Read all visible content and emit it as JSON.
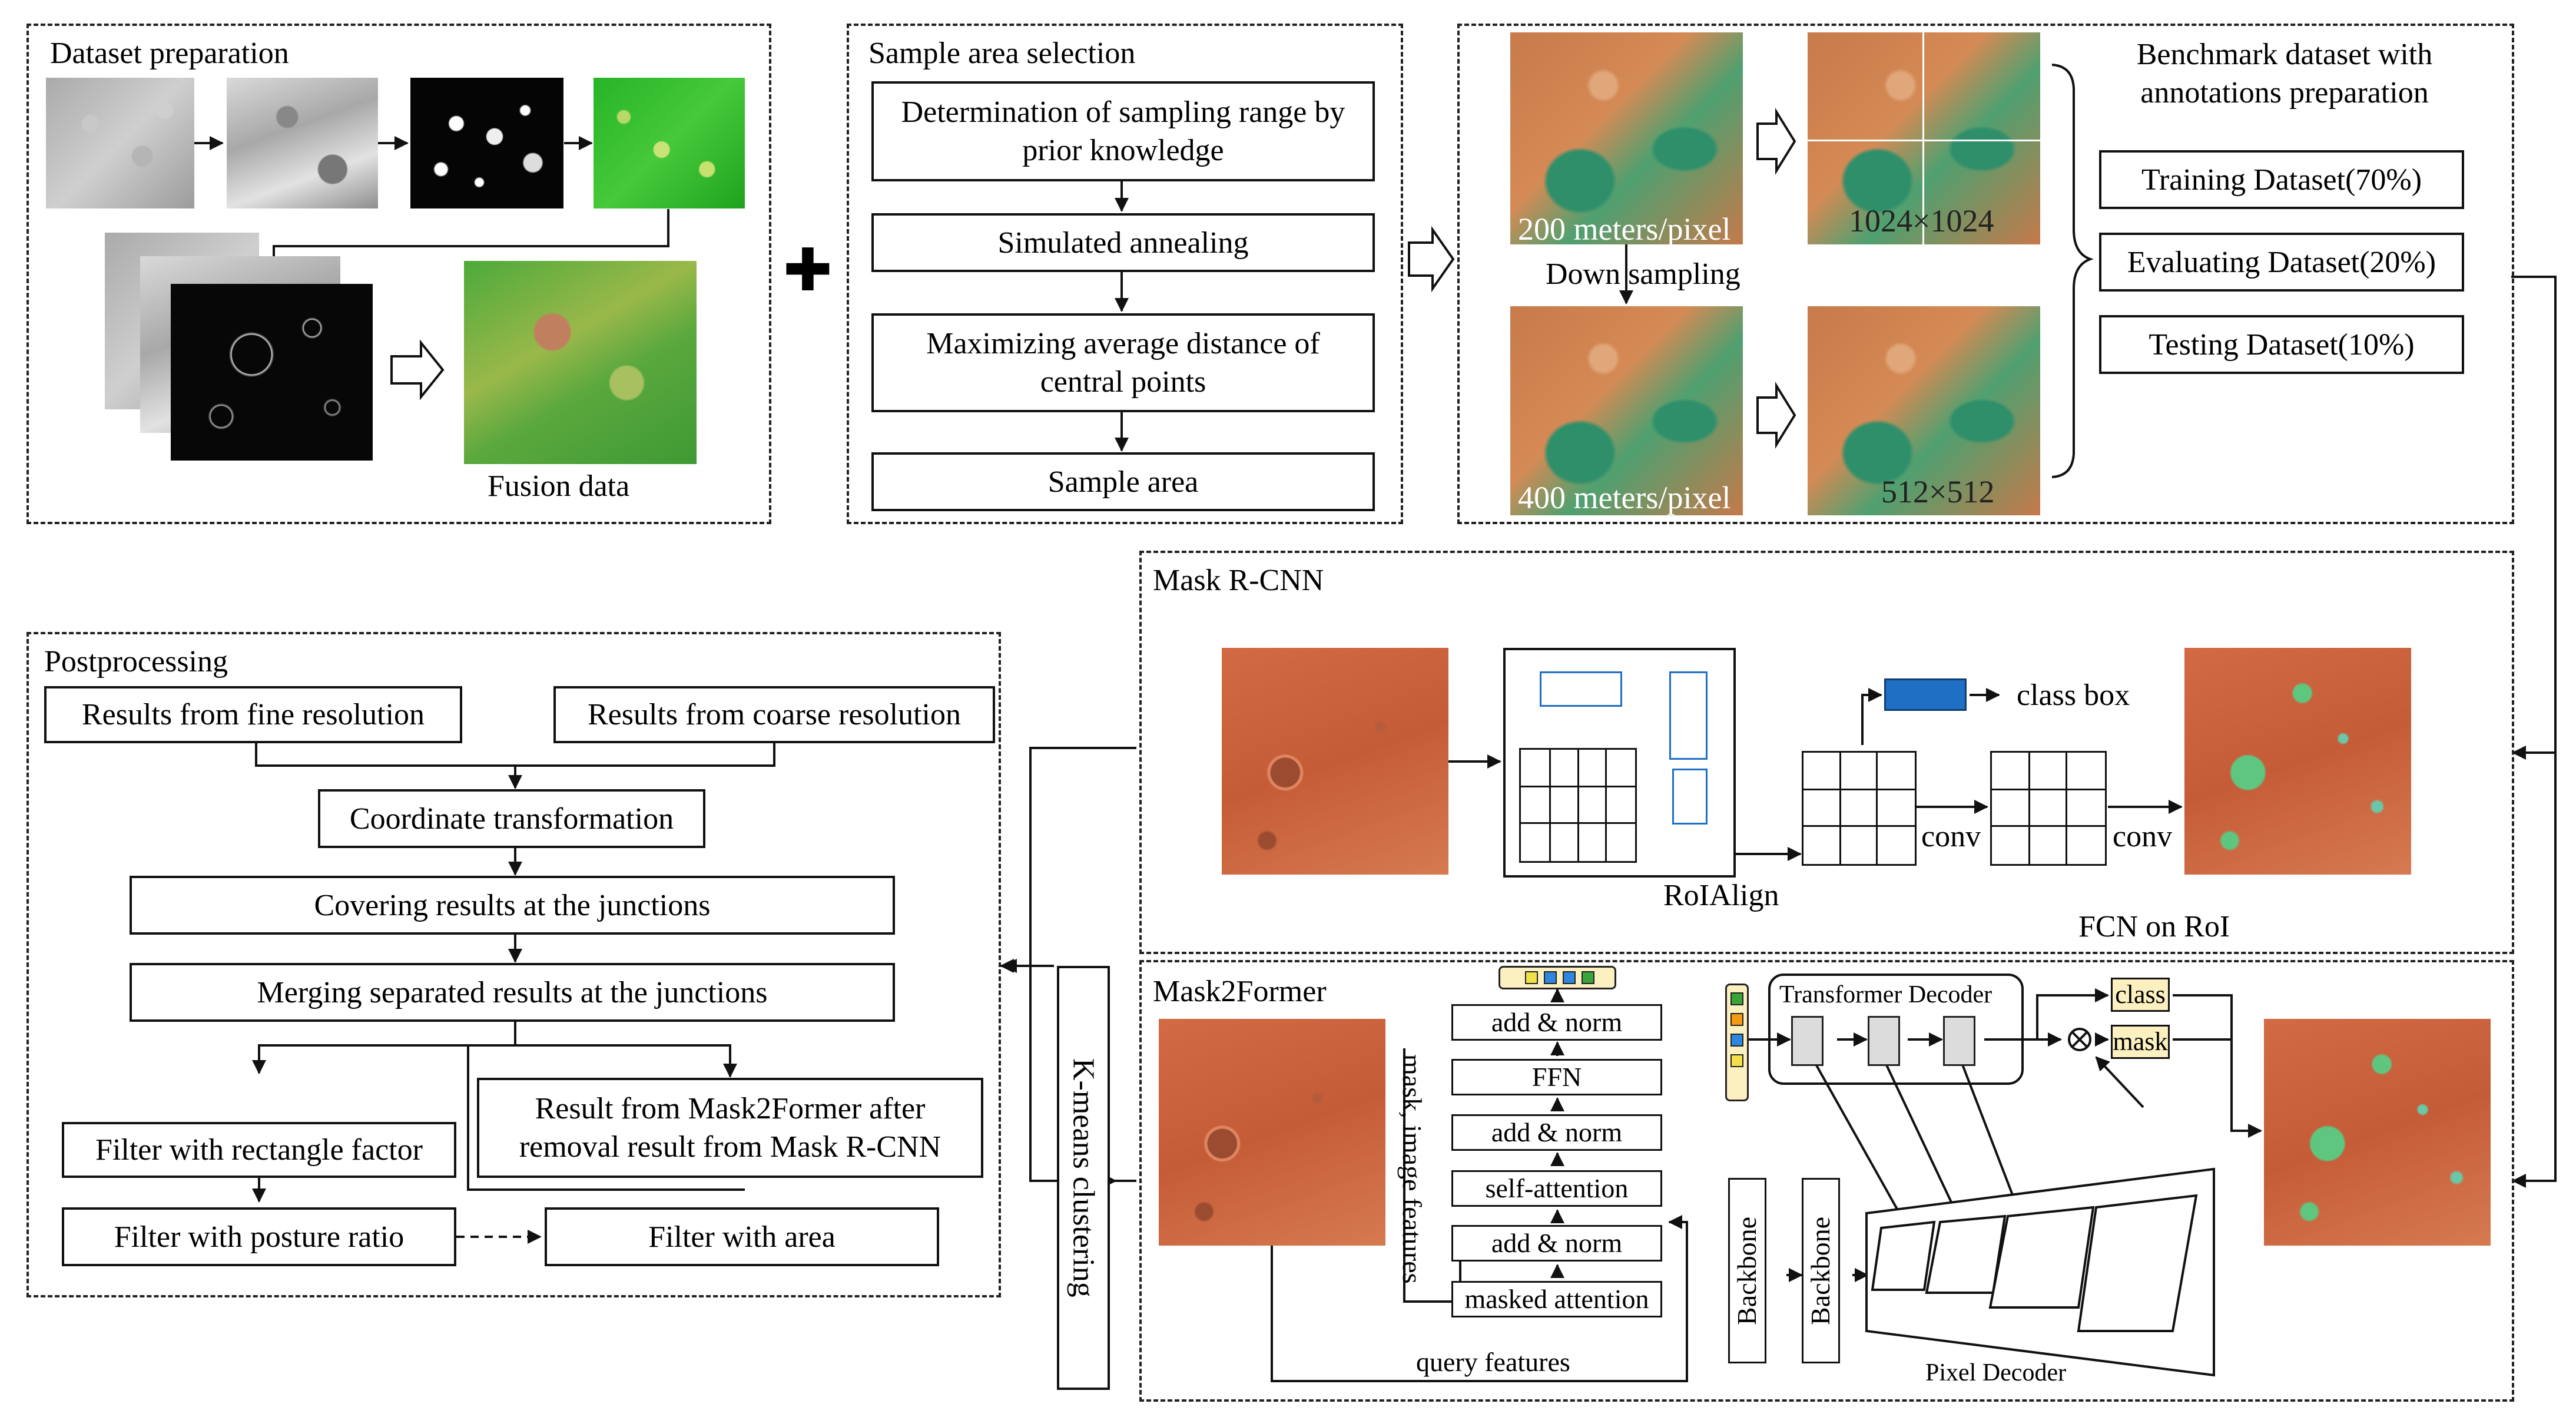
{
  "plus": "✚",
  "dataset_preparation": {
    "title": "Dataset preparation",
    "fusion_label": "Fusion data"
  },
  "sample_area_selection": {
    "title": "Sample area selection",
    "steps": [
      "Determination of sampling range by prior knowledge",
      "Simulated annealing",
      "Maximizing average distance of central points",
      "Sample area"
    ]
  },
  "benchmark": {
    "title": "Benchmark dataset with annotations preparation",
    "res_fine": "200 meters/pixel",
    "res_coarse": "400 meters/pixel",
    "size_fine": "1024×1024",
    "size_coarse": "512×512",
    "down_sampling": "Down sampling",
    "splits": [
      "Training Dataset(70%)",
      "Evaluating Dataset(20%)",
      "Testing Dataset(10%)"
    ]
  },
  "mask_rcnn": {
    "title": "Mask R-CNN",
    "roialign": "RoIAlign",
    "class_box": "class box",
    "conv1": "conv",
    "conv2": "conv",
    "fcn": "FCN on RoI"
  },
  "mask2former": {
    "title": "Mask2Former",
    "layers": [
      "add & norm",
      "FFN",
      "add & norm",
      "self-attention",
      "add & norm",
      "masked attention"
    ],
    "mask_image_features": "mask, image features",
    "query_features": "query features",
    "transformer_decoder": "Transformer Decoder",
    "class": "class",
    "mask": "mask",
    "backbone1": "Backbone",
    "backbone2": "Backbone",
    "pixel_decoder": "Pixel Decoder",
    "otimes": "⊗"
  },
  "kmeans": "K-means clustering",
  "postprocessing": {
    "title": "Postprocessing",
    "fine": "Results from fine resolution",
    "coarse": "Results from coarse resolution",
    "coord": "Coordinate transformation",
    "covering": "Covering results at the junctions",
    "merging": "Merging separated results at the junctions",
    "mask2former_after": "Result from Mask2Former after removal result from Mask R-CNN",
    "rect": "Filter with rectangle factor",
    "posture": "Filter with posture ratio",
    "area": "Filter with area"
  },
  "colors": {
    "blue_box": "#1f6fc4",
    "query_yellow": "#fdf0c0",
    "square_green": "#3aa33a",
    "square_orange": "#f39c12",
    "square_blue": "#2e86de",
    "square_yellow": "#f1e04a"
  }
}
